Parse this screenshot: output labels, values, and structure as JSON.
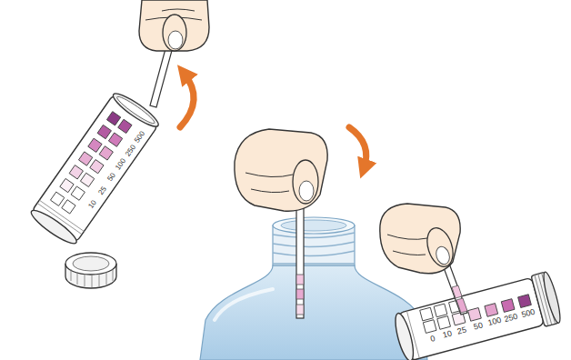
{
  "diagram": {
    "labels": [
      "10",
      "25",
      "50",
      "100",
      "250",
      "500",
      "0",
      "10",
      "25",
      "50",
      "100",
      "250",
      "500"
    ]
  }
}
